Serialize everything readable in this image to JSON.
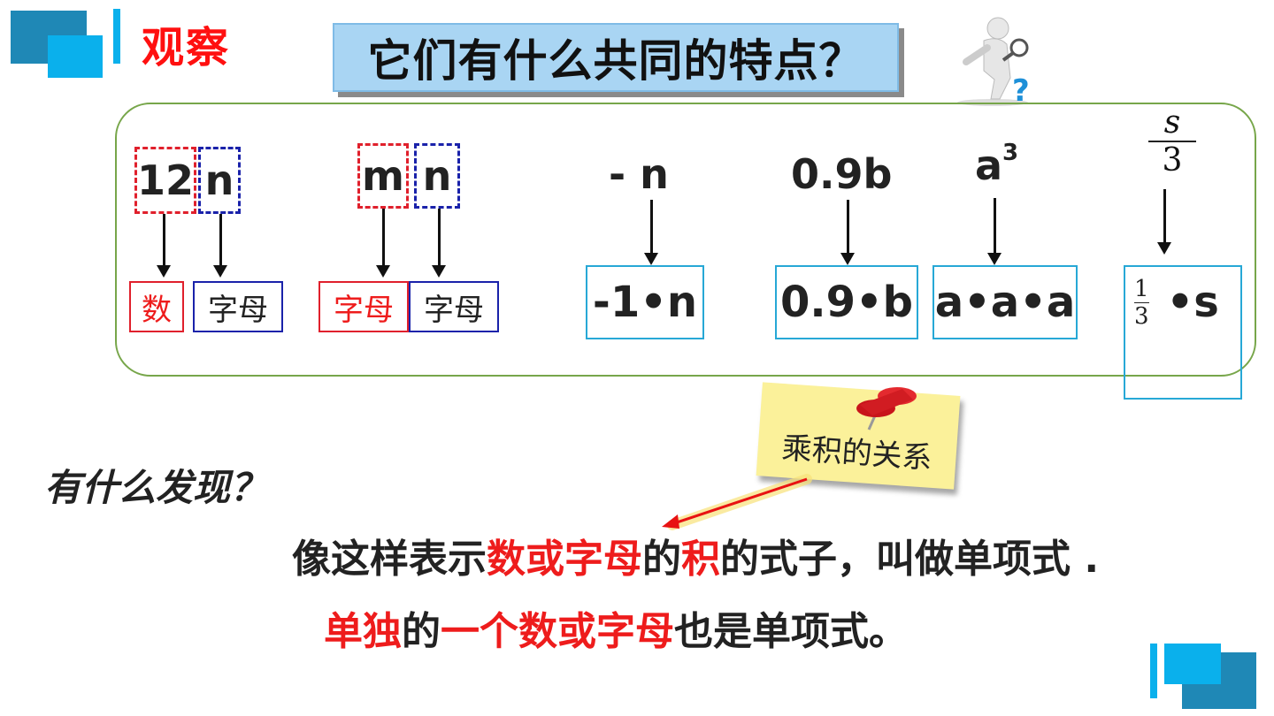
{
  "heading": "观察",
  "title": "它们有什么共同的特点？",
  "expressions": {
    "ex1": {
      "part_num": "12",
      "part_var": "n",
      "label_num": "数",
      "label_var": "字母"
    },
    "ex2": {
      "part_a": "m",
      "part_b": "n",
      "label_a": "字母",
      "label_b": "字母"
    },
    "ex3": {
      "top": "- n",
      "result": "-1•n"
    },
    "ex4": {
      "top": "0.9b",
      "result": "0.9•b"
    },
    "ex5": {
      "base": "a",
      "exponent": "3",
      "result": "a•a•a"
    },
    "ex6": {
      "numerator": "s",
      "denominator": "3",
      "result_num": "1",
      "result_den": "3",
      "result_tail": "•s"
    }
  },
  "sticky_note": "乘积的关系",
  "discover": "有什么发现？",
  "definition": {
    "p1": "像这样表示",
    "p2": "数或字母",
    "p3": "的",
    "p4": "积",
    "p5": "的式子，叫做单项式 ."
  },
  "note": {
    "p1": "单独",
    "p2": "的",
    "p3": "一个数或字母",
    "p4": "也是单项式。"
  },
  "colors": {
    "accent_red": "#ee1c1c",
    "accent_blue": "#0ab0ec",
    "panel_border": "#77a64a"
  }
}
